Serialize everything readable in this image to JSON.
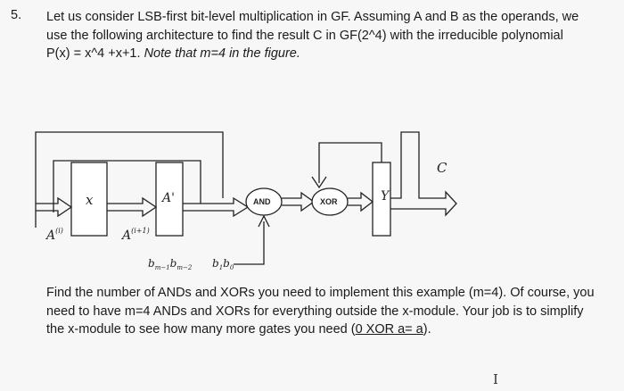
{
  "question": {
    "number": "5.",
    "lines": [
      "Let us consider LSB-first bit-level multiplication in GF. Assuming A and B as the operands, we",
      "use the following architecture to find the result C in GF(2^4) with the irreducible polynomial",
      "P(x) = x^4 +x+1. Note that m=4 in the figure."
    ],
    "line3_normal": "P(x) = x^4 +x+1. ",
    "line3_italic": "Note that m=4 in the figure."
  },
  "diagram": {
    "label_x": "x",
    "label_A_prime": "A'",
    "label_and": "AND",
    "label_xor": "XOR",
    "label_Y": "Y",
    "label_C": "C",
    "label_A_i": "A",
    "label_A_i_sup": "(i)",
    "label_A_i1": "A",
    "label_A_i1_sup": "(i+1)",
    "b_high": "b",
    "b_high_sub1": "m−1",
    "b_high_2": "b",
    "b_high_sub2": "m−2",
    "b_low_1": "b",
    "b_low_sub1": "1",
    "b_low_2": "b",
    "b_low_sub2": "0"
  },
  "find": {
    "line1": "Find the number of ANDs and XORs you need to implement this example (m=4). Of course, you",
    "line2": "need to have m=4 ANDs and XORs for everything outside the x-module. Your job is to simplify",
    "line3_pre": "the x-module to see how many more gates you need (",
    "line3_ul": "0 XOR a= a",
    "line3_post": ")."
  },
  "cursor_glyph": "I"
}
